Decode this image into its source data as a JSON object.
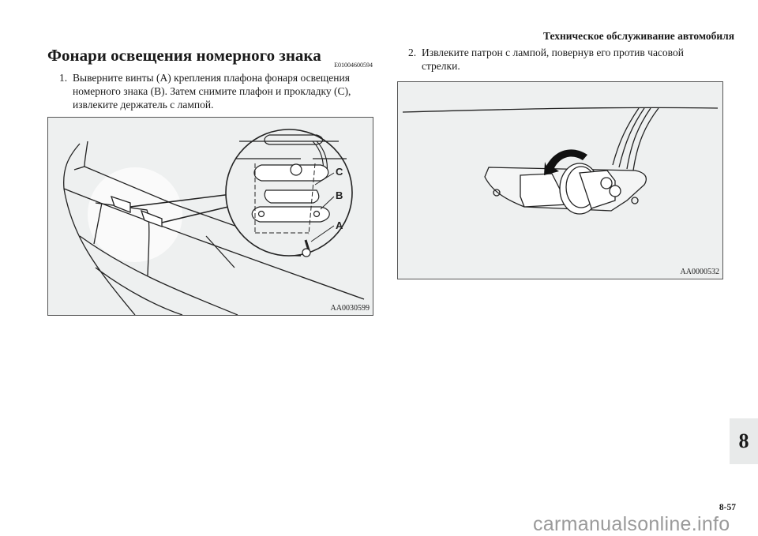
{
  "header": {
    "title": "Техническое обслуживание автомобиля"
  },
  "section": {
    "title": "Фонари освещения номерного знака",
    "code": "E01004600594"
  },
  "steps": [
    {
      "number": "1.",
      "lines": [
        "Выверните винты (A) крепления плафона фонаря освещения",
        "номерного знака (B). Затем снимите плафон и прокладку (C),",
        "извлеките держатель с лампой."
      ]
    },
    {
      "number": "2.",
      "lines": [
        "Извлеките патрон с лампой, повернув его против часовой",
        "стрелки."
      ]
    }
  ],
  "figures": [
    {
      "code": "AA0030599",
      "callouts": [
        "C",
        "B",
        "A"
      ]
    },
    {
      "code": "AA0000532"
    }
  ],
  "chapter_tab": "8",
  "page_number": "8-57",
  "watermark": "carmanualsonline.info"
}
